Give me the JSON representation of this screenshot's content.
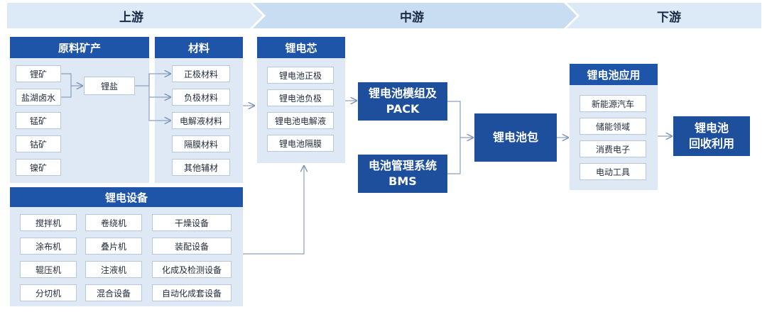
{
  "stages": {
    "upstream": "上游",
    "midstream": "中游",
    "downstream": "下游"
  },
  "raw": {
    "title": "原料矿产",
    "items": [
      "锂矿",
      "盐湖卤水",
      "锰矿",
      "钴矿",
      "镍矿"
    ],
    "salt": "锂盐"
  },
  "materials": {
    "title": "材料",
    "items": [
      "正极材料",
      "负极材料",
      "电解液材料",
      "隔膜材料",
      "其他辅材"
    ]
  },
  "cell": {
    "title": "锂电芯",
    "items": [
      "锂电池正极",
      "锂电池负极",
      "锂电池电解液",
      "锂电池隔膜"
    ]
  },
  "equipment": {
    "title": "锂电设备",
    "col1": [
      "搅拌机",
      "涂布机",
      "辊压机",
      "分切机"
    ],
    "col2": [
      "卷绕机",
      "叠片机",
      "注液机",
      "混合设备"
    ],
    "col3": [
      "干燥设备",
      "装配设备",
      "化成及检测设备",
      "自动化成套设备"
    ]
  },
  "module": {
    "line1": "锂电池模组及",
    "line2": "PACK"
  },
  "bms": {
    "line1": "电池管理系统",
    "line2": "BMS"
  },
  "pack": "锂电池包",
  "application": {
    "title": "锂电池应用",
    "items": [
      "新能源汽车",
      "储能领域",
      "消费电子",
      "电动工具"
    ]
  },
  "recycle": {
    "line1": "锂电池",
    "line2": "回收利用"
  },
  "colors": {
    "header": "#1f55a8",
    "panel": "#dfe9f5",
    "chevron_light": "#dce9f7",
    "chevron_mid": "#c3d9f0"
  }
}
